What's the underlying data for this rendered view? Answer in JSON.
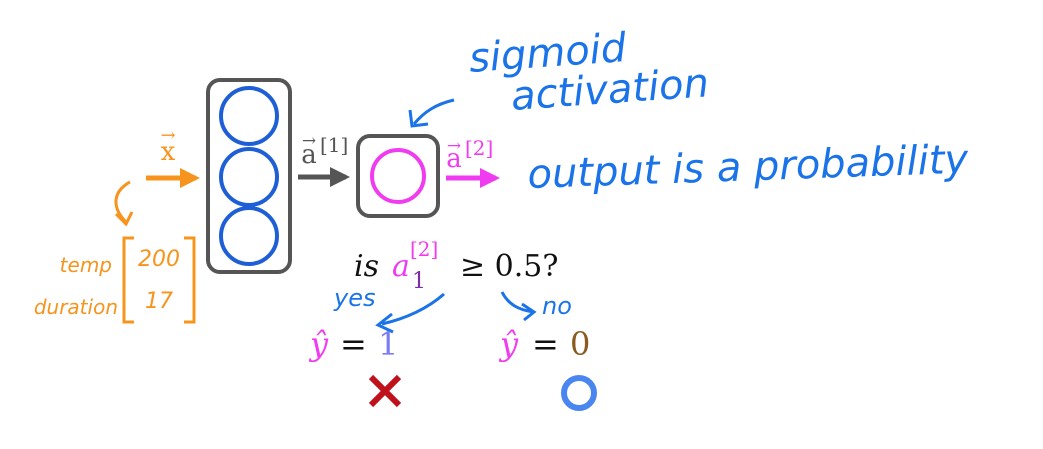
{
  "colors": {
    "orange": "#f7941d",
    "blue_hand": "#1a73e8",
    "gray_box": "#555555",
    "neuron_blue": "#1f5fd6",
    "magenta": "#f03cf0",
    "purple_sub": "#7a2fa8",
    "y1_value_color": "#7b7bf5",
    "y0_value_color": "#8b5a1e",
    "x_mark_red": "#c0101a",
    "o_mark_blue": "#4a86f0",
    "black": "#111111"
  },
  "icons": {
    "wrong_mark": "x-mark-icon",
    "right_mark": "circle-mark-icon"
  },
  "input": {
    "symbol": "x",
    "vector_arrow": "→"
  },
  "features": {
    "names": [
      "temp",
      "duration"
    ],
    "values": [
      "200",
      "17"
    ]
  },
  "hidden_layer": {
    "neuron_count": 3,
    "activation_symbol": "a",
    "vector_arrow": "→",
    "superscript": "[1]"
  },
  "output_layer": {
    "neuron_count": 1,
    "activation_symbol": "a",
    "vector_arrow": "→",
    "superscript": "[2]"
  },
  "annotations": {
    "sigmoid_line1": "sigmoid",
    "sigmoid_line2": "activation",
    "output_note": "output is a probability"
  },
  "question": {
    "prefix": "is",
    "symbol": "a",
    "superscript": "[2]",
    "subscript": "1",
    "comparison": "≥ 0.5?"
  },
  "branches": {
    "yes_label": "yes",
    "no_label": "no",
    "yes_prediction": {
      "symbol": "ŷ",
      "equals": "=",
      "value": "1"
    },
    "no_prediction": {
      "symbol": "ŷ",
      "equals": "=",
      "value": "0"
    }
  }
}
